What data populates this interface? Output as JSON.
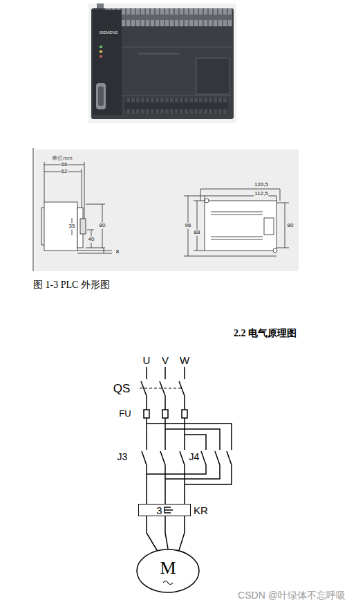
{
  "diagram": {
    "title": "2.2 电气原理图",
    "caption": "图 1-3  PLC 外形图",
    "nodes": [
      {
        "text": [
          "3",
          "KR"
        ]
      },
      {
        "text": [
          "M"
        ]
      }
    ],
    "edges": [
      {
        "from": 0,
        "to": 1,
        "arrow": "none"
      },
      {
        "from": 0,
        "to": 1,
        "arrow": "none"
      },
      {
        "from": 0,
        "to": 1,
        "arrow": "none"
      }
    ],
    "labels": [
      "SIEMENS",
      "单位mm",
      "66",
      "62",
      "35",
      "80",
      "40",
      "8",
      "120,5",
      "112,5",
      "96",
      "88",
      "80",
      "U",
      "V",
      "W",
      "QS",
      "FU",
      "J3",
      "J4",
      "CSDN @叶绿体不忘呼吸"
    ]
  }
}
